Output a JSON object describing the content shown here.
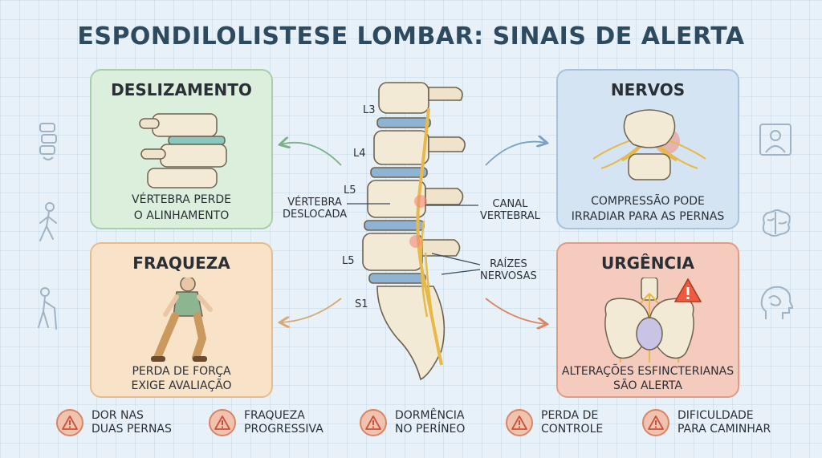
{
  "title": "ESPONDILOLISTESE LOMBAR: SINAIS DE ALERTA",
  "cards": {
    "deslizamento": {
      "title": "DESLIZAMENTO",
      "line1": "VÉRTEBRA PERDE",
      "line2": "O ALINHAMENTO"
    },
    "fraqueza": {
      "title": "FRAQUEZA",
      "line1": "PERDA DE FORÇA",
      "line2": "EXIGE AVALIAÇÃO"
    },
    "nervos": {
      "title": "NERVOS",
      "line1": "COMPRESSÃO PODE",
      "line2": "IRRADIAR PARA AS PERNAS"
    },
    "urgencia": {
      "title": "URGÊNCIA",
      "line1": "ALTERAÇÕES ESFINCTERIANAS",
      "line2": "SÃO ALERTA"
    }
  },
  "spine": {
    "levels": [
      "L3",
      "L4",
      "L5",
      "L5",
      "S1"
    ],
    "annotations": {
      "vertebra_deslocada": [
        "VÉRTEBRA",
        "DESLOCADA"
      ],
      "canal_vertebral": [
        "CANAL",
        "VERTEBRAL"
      ],
      "raizes_nervosas": [
        "RAÍZES",
        "NERVOSAS"
      ]
    }
  },
  "alerts": [
    {
      "line1": "DOR NAS",
      "line2": "DUAS PERNAS",
      "icon": "warning-icon"
    },
    {
      "line1": "FRAQUEZA",
      "line2": "PROGRESSIVA",
      "icon": "warning-icon"
    },
    {
      "line1": "DORMÊNCIA",
      "line2": "NO PERÍNEO",
      "icon": "warning-icon"
    },
    {
      "line1": "PERDA DE",
      "line2": "CONTROLE",
      "icon": "warning-icon"
    },
    {
      "line1": "DIFICULDADE",
      "line2": "PARA CAMINHAR",
      "icon": "warning-icon"
    }
  ],
  "colors": {
    "deslizamento": "#dcefdc",
    "fraqueza": "#f9e3c8",
    "nervos": "#d5e4f3",
    "urgencia": "#f5cbbd",
    "alert": "#d98465",
    "title": "#2e4a5e"
  }
}
